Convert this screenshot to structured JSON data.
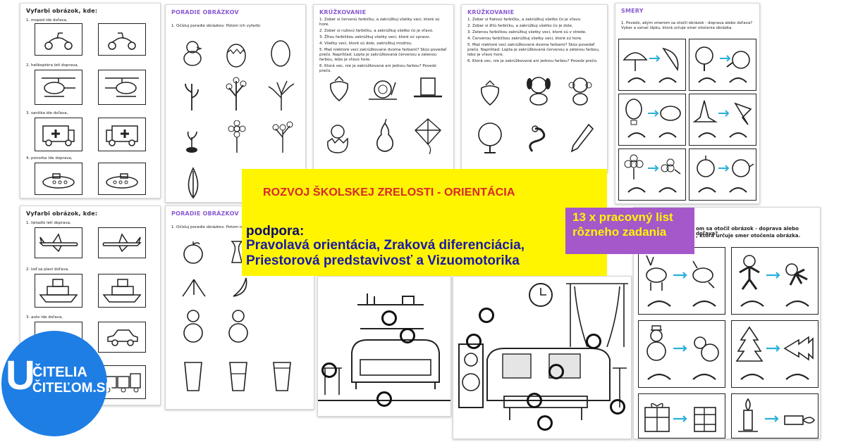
{
  "banner": {
    "title": "ROZVOJ ŠKOLSKEJ ZRELOSTI - ORIENTÁCIA",
    "support_label": "podpora:",
    "line1": "Pravolavá orientácia, Zraková diferenciácia,",
    "line2": "Priestorová predstavivosť a  Vizuomotorika"
  },
  "count_badge": {
    "line1": "13 x pracovný list",
    "line2": "rôzneho zadania"
  },
  "logo": {
    "initial": "U",
    "line1": "ČITELIA",
    "line2": "ČITEĽOM.SK"
  },
  "sheet1": {
    "heading": "Vyfarbi obrázok, kde:",
    "items": [
      "1. moped ide doľava,",
      "2. helikoptéra letí doprava,",
      "3. sanitka ide doľava,",
      "4. ponorka ide doprava,"
    ]
  },
  "sheet2": {
    "heading": "PORADIE OBRÁZKOV",
    "instruction": "1.  Očísluj poradie obrázkov. Potom ich vyfarbi."
  },
  "sheet3": {
    "heading": "KRÚŽKOVANIE",
    "lines": [
      "1. Zober si červenú farbičku, a zakrúžkuj všetky veci, ktoré sú hore.",
      "2. Zober si ružovú farbičku, a zakrúžkuj všetko čo je vľavo.",
      "3. Žltou farbičkou zakrúžkuj všetky veci, ktoré sú vpravo.",
      "4. Všetky veci, ktoré sú dole, zakrúžkuj modrou.",
      "5. Maš niektoré veci zakrúžkované dvoma farbami? Skús povedať prečo. Napríklad: Lopta je zakrúžkovaná červenou a zelenou farbou, lebo je vľavo hore.",
      "6. Ktorá vec, nie je zakrúžkovaná ani jednou farbou? Povedz prečo."
    ]
  },
  "sheet4": {
    "heading": "KRÚŽKOVANIE",
    "lines": [
      "1. Zober si fialovú farbičku, a zakrúžkuj všetko čo je vľavo.",
      "2. Zober si žltú farbičku, a zakrúžkuj všetko čo je dole.",
      "3. Zelenou farbičkou zakrúžkuj všetky veci, ktoré sú v strede.",
      "4. Červenou farbičkou zakrúžkuj všetky veci, ktoré sú hore.",
      "5. Maš niektoré veci zakrúžkované dvoma farbami? Skús povedať prečo. Napríklad: Lopta je zakrúžkovaná červenou a zelenou farbou, lebo je vľavo hore.",
      "6. Ktorá vec, nie je zakrúžkovaná ani jednou farbou? Povedz prečo."
    ]
  },
  "sheet5": {
    "heading": "SMERY",
    "instruction": "1.  Povedz, akým smerom sa otočil obrázok - doprava alebo doľava? Vyber a označ šípku, ktorá určuje smer otočenia obrázka."
  },
  "sheet6": {
    "heading": "Vyfarbi obrázok, kde:",
    "items": [
      "1. lietadlo letí doprava,",
      "2. loď sa plaví doľava,",
      "3. auto ide doľava,"
    ]
  },
  "sheet7": {
    "heading": "PORADIE OBRÁZKOV",
    "instruction": "1.  Očísluj poradie obrázkov. Potom ich"
  },
  "sheet10": {
    "instruction_line1": "om sa otočil obrázok - doprava alebo doľava?",
    "instruction_line2": ", ktorá určuje smer otočenia obrázka."
  },
  "colors": {
    "banner_bg": "#fff500",
    "title_red": "#d8262c",
    "text_blue": "#1a1aa8",
    "badge_purple": "#a558c9",
    "badge_text": "#fff500",
    "logo_blue": "#1e7ee4",
    "heading_purple": "#8a5bd0",
    "arrow_cyan": "#2bb0d8"
  }
}
